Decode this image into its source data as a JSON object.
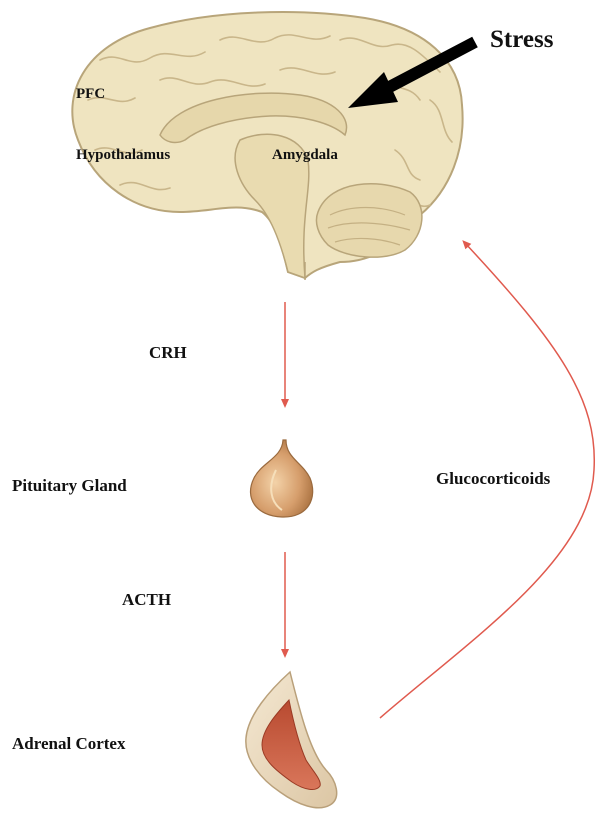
{
  "labels": {
    "stress": "Stress",
    "pfc": "PFC",
    "hypothalamus": "Hypothalamus",
    "amygdala": "Amygdala",
    "crh": "CRH",
    "pituitary": "Pituitary Gland",
    "acth": "ACTH",
    "glucocorticoids": "Glucocorticoids",
    "adrenal": "Adrenal Cortex"
  },
  "colors": {
    "brain_fill": "#efe4c0",
    "brain_stroke": "#b8a57a",
    "gland_fill": "#d8a878",
    "adrenal_outer": "#efe0c6",
    "adrenal_inner": "#c45a40",
    "arrow_red": "#e05a4e",
    "stress_arrow": "#000000"
  }
}
